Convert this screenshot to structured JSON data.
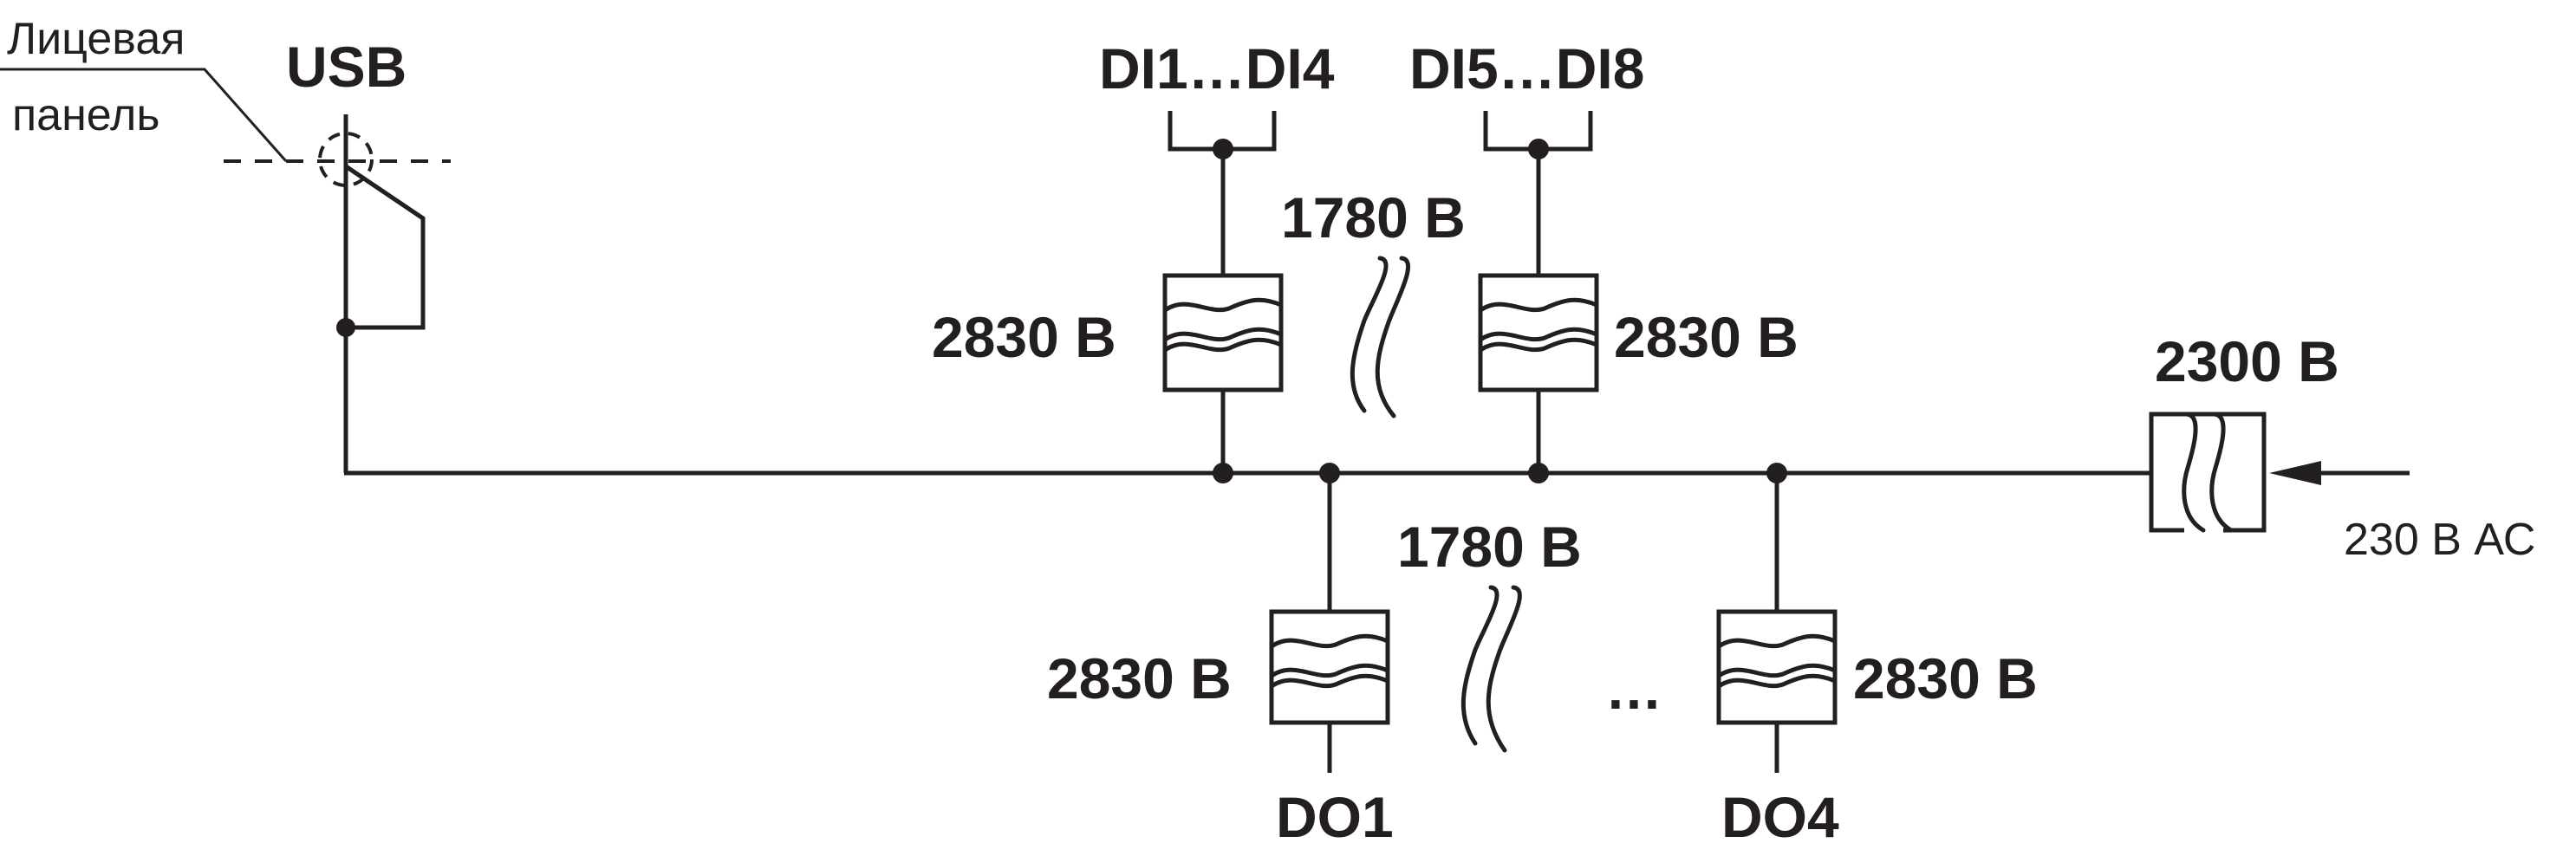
{
  "labels": {
    "front_panel_line1": "Лицевая",
    "front_panel_line2": "панель",
    "usb": "USB",
    "di_group1": "DI1…DI4",
    "di_group2": "DI5…DI8",
    "isolation_di_between": "1780 В",
    "isolation_di1": "2830 В",
    "isolation_di2": "2830 В",
    "isolation_power": "2300 В",
    "power_input": "230 В АС",
    "isolation_do_between": "1780 В",
    "isolation_do1": "2830 В",
    "isolation_do4": "2830 В",
    "ellipsis": "…",
    "do1": "DO1",
    "do4": "DO4"
  },
  "colors": {
    "ink": "#231f20",
    "background": "#ffffff"
  }
}
